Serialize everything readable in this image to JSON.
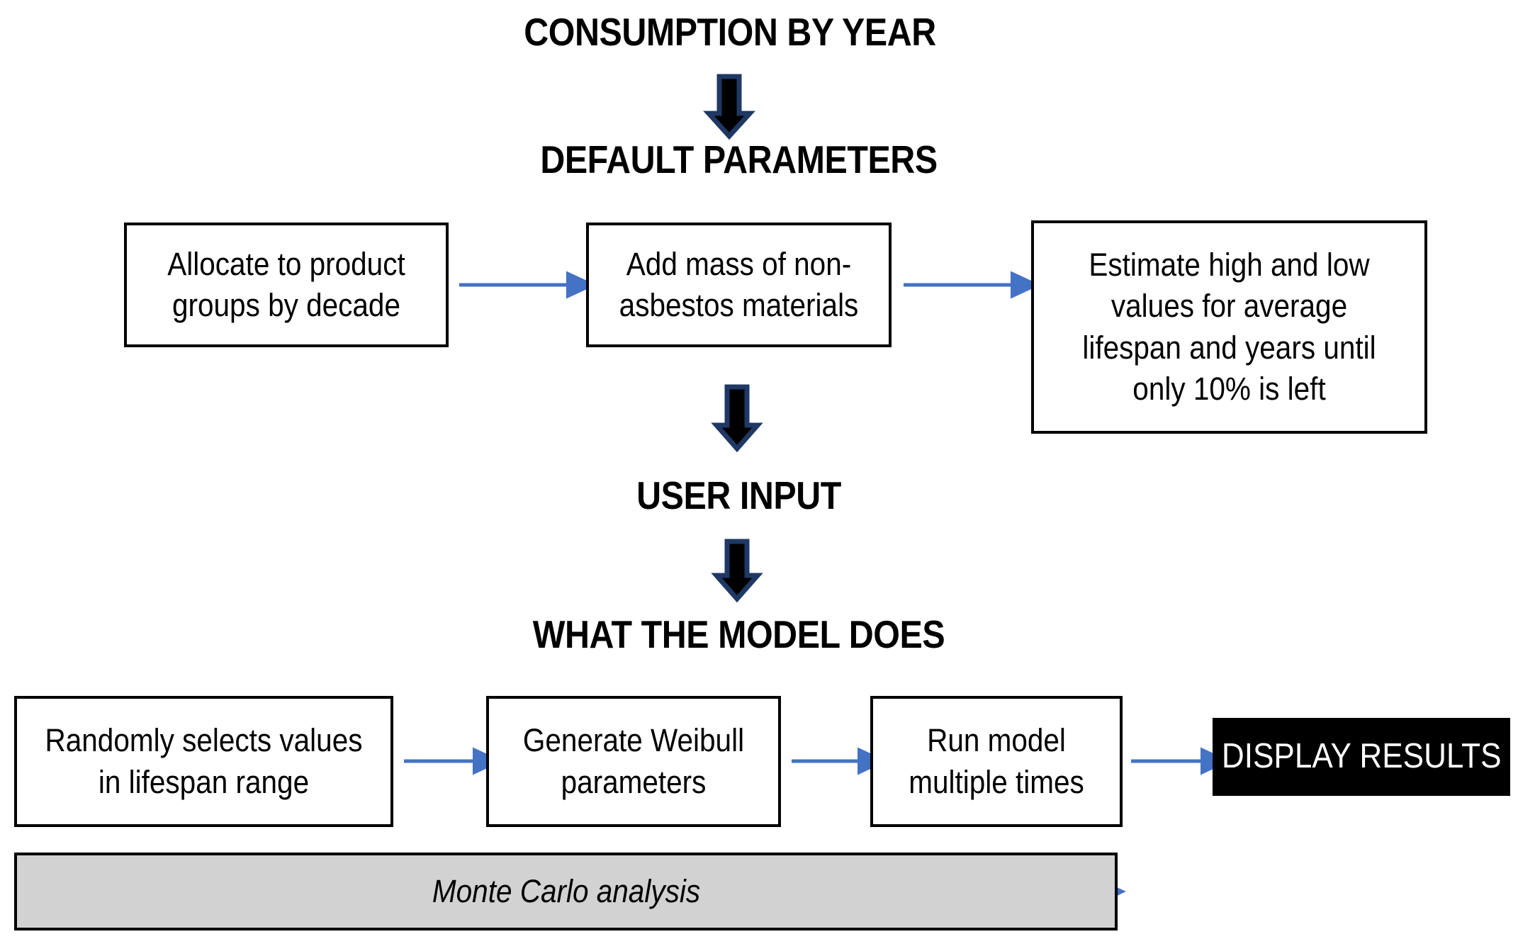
{
  "diagram": {
    "title": "CONSUMPTION BY YEAR",
    "headings": [
      {
        "id": "consumption-by-year",
        "label": "CONSUMPTION BY YEAR"
      },
      {
        "id": "default-parameters",
        "label": "DEFAULT PARAMETERS"
      },
      {
        "id": "user-input",
        "label": "USER INPUT"
      },
      {
        "id": "what-the-model-does",
        "label": "WHAT THE MODEL DOES"
      }
    ],
    "default_parameter_steps": [
      {
        "id": "allocate-to-product-groups",
        "label": "Allocate to product groups by decade"
      },
      {
        "id": "add-mass-non-asbestos",
        "label": "Add mass of non-asbestos materials"
      },
      {
        "id": "estimate-high-low-values",
        "label": "Estimate high and low values for average lifespan and years until only 10% is left"
      }
    ],
    "model_steps": [
      {
        "id": "randomly-selects-values",
        "label": "Randomly selects values in lifespan range"
      },
      {
        "id": "generate-weibull-parameters",
        "label": "Generate Weibull parameters"
      },
      {
        "id": "run-model-multiple-times",
        "label": "Run model multiple times"
      }
    ],
    "terminal": {
      "id": "display-results",
      "label": "DISPLAY RESULTS"
    },
    "span_label": "Monte Carlo analysis",
    "colors": {
      "connector_blue": "#4472C4",
      "block_arrow_outline": "#1F3864",
      "block_arrow_fill": "#000000",
      "box_border": "#000000",
      "box_fill": "#FFFFFF",
      "terminal_fill": "#000000",
      "terminal_text": "#FFFFFF",
      "band_fill": "#D2D2D2",
      "page_background": "#FFFFFF"
    }
  }
}
